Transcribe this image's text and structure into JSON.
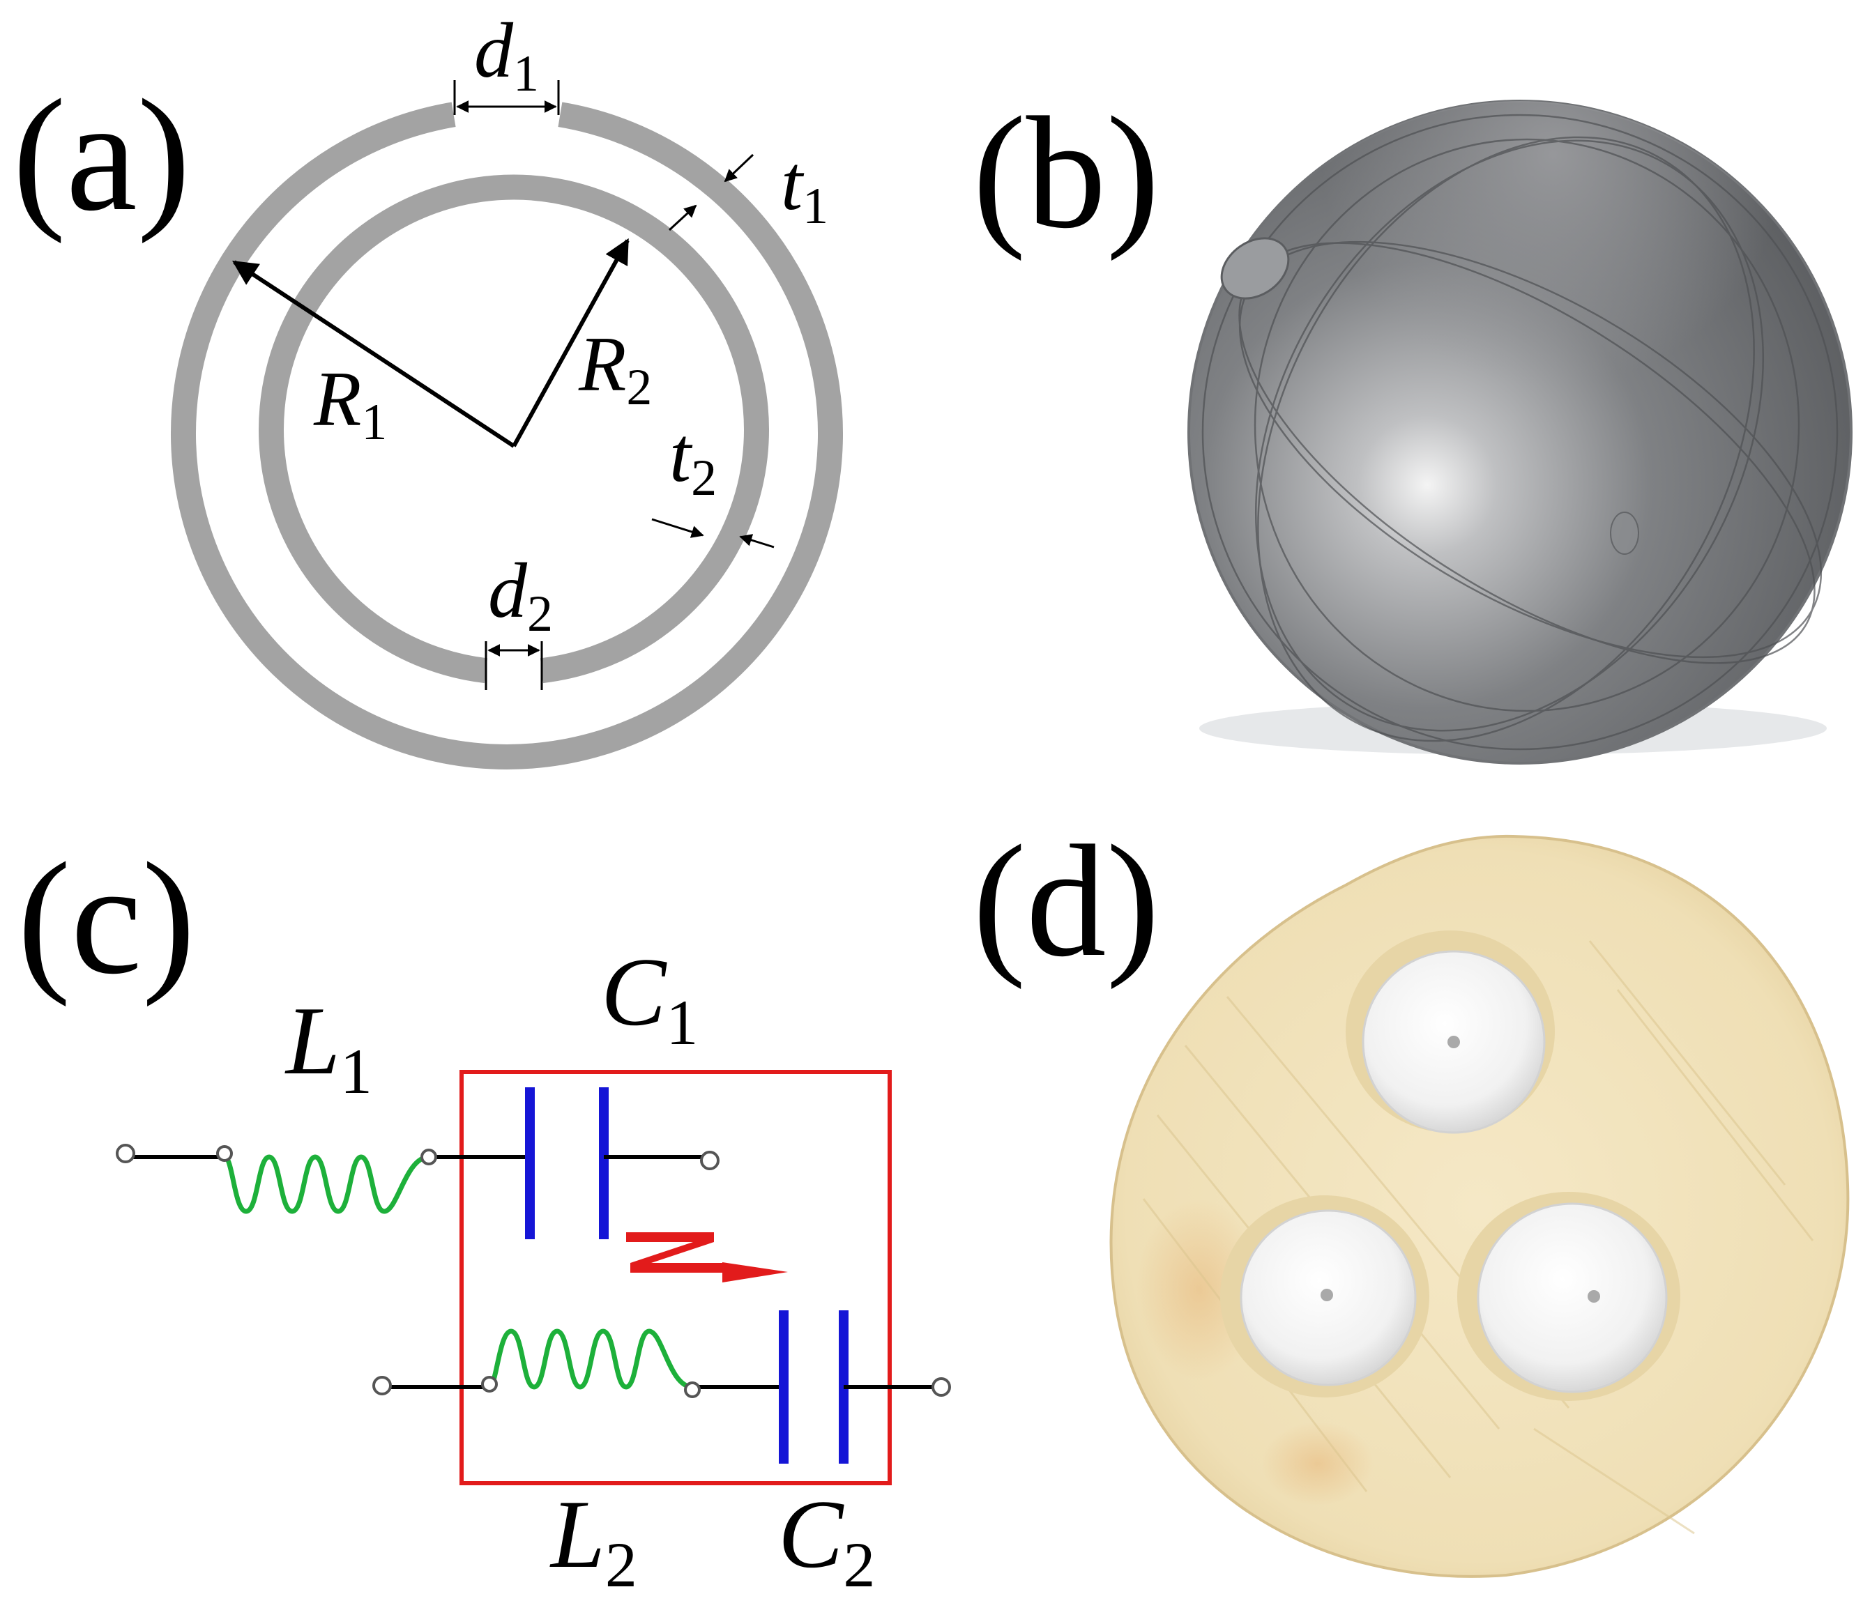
{
  "panels": {
    "a": {
      "label": "(a)"
    },
    "b": {
      "label": "(b)"
    },
    "c": {
      "label": "(c)"
    },
    "d": {
      "label": "(d)"
    }
  },
  "ring_diagram": {
    "d1": {
      "base": "d",
      "sub": "1"
    },
    "d2": {
      "base": "d",
      "sub": "2"
    },
    "t1": {
      "base": "t",
      "sub": "1"
    },
    "t2": {
      "base": "t",
      "sub": "2"
    },
    "R1": {
      "base": "R",
      "sub": "1"
    },
    "R2": {
      "base": "R",
      "sub": "2"
    }
  },
  "circuit": {
    "L1": {
      "base": "L",
      "sub": "1"
    },
    "L2": {
      "base": "L",
      "sub": "2"
    },
    "C1": {
      "base": "C",
      "sub": "1"
    },
    "C2": {
      "base": "C",
      "sub": "2"
    }
  },
  "colors": {
    "ring": "#a3a3a3",
    "inductor": "#1db03a",
    "capacitor": "#1515d6",
    "box": "#e21b1b",
    "coupling_arrow": "#e21b1b",
    "sphere": "#7d7f82",
    "foam": "#f1e2bc",
    "ball": "#f6f6f6"
  }
}
